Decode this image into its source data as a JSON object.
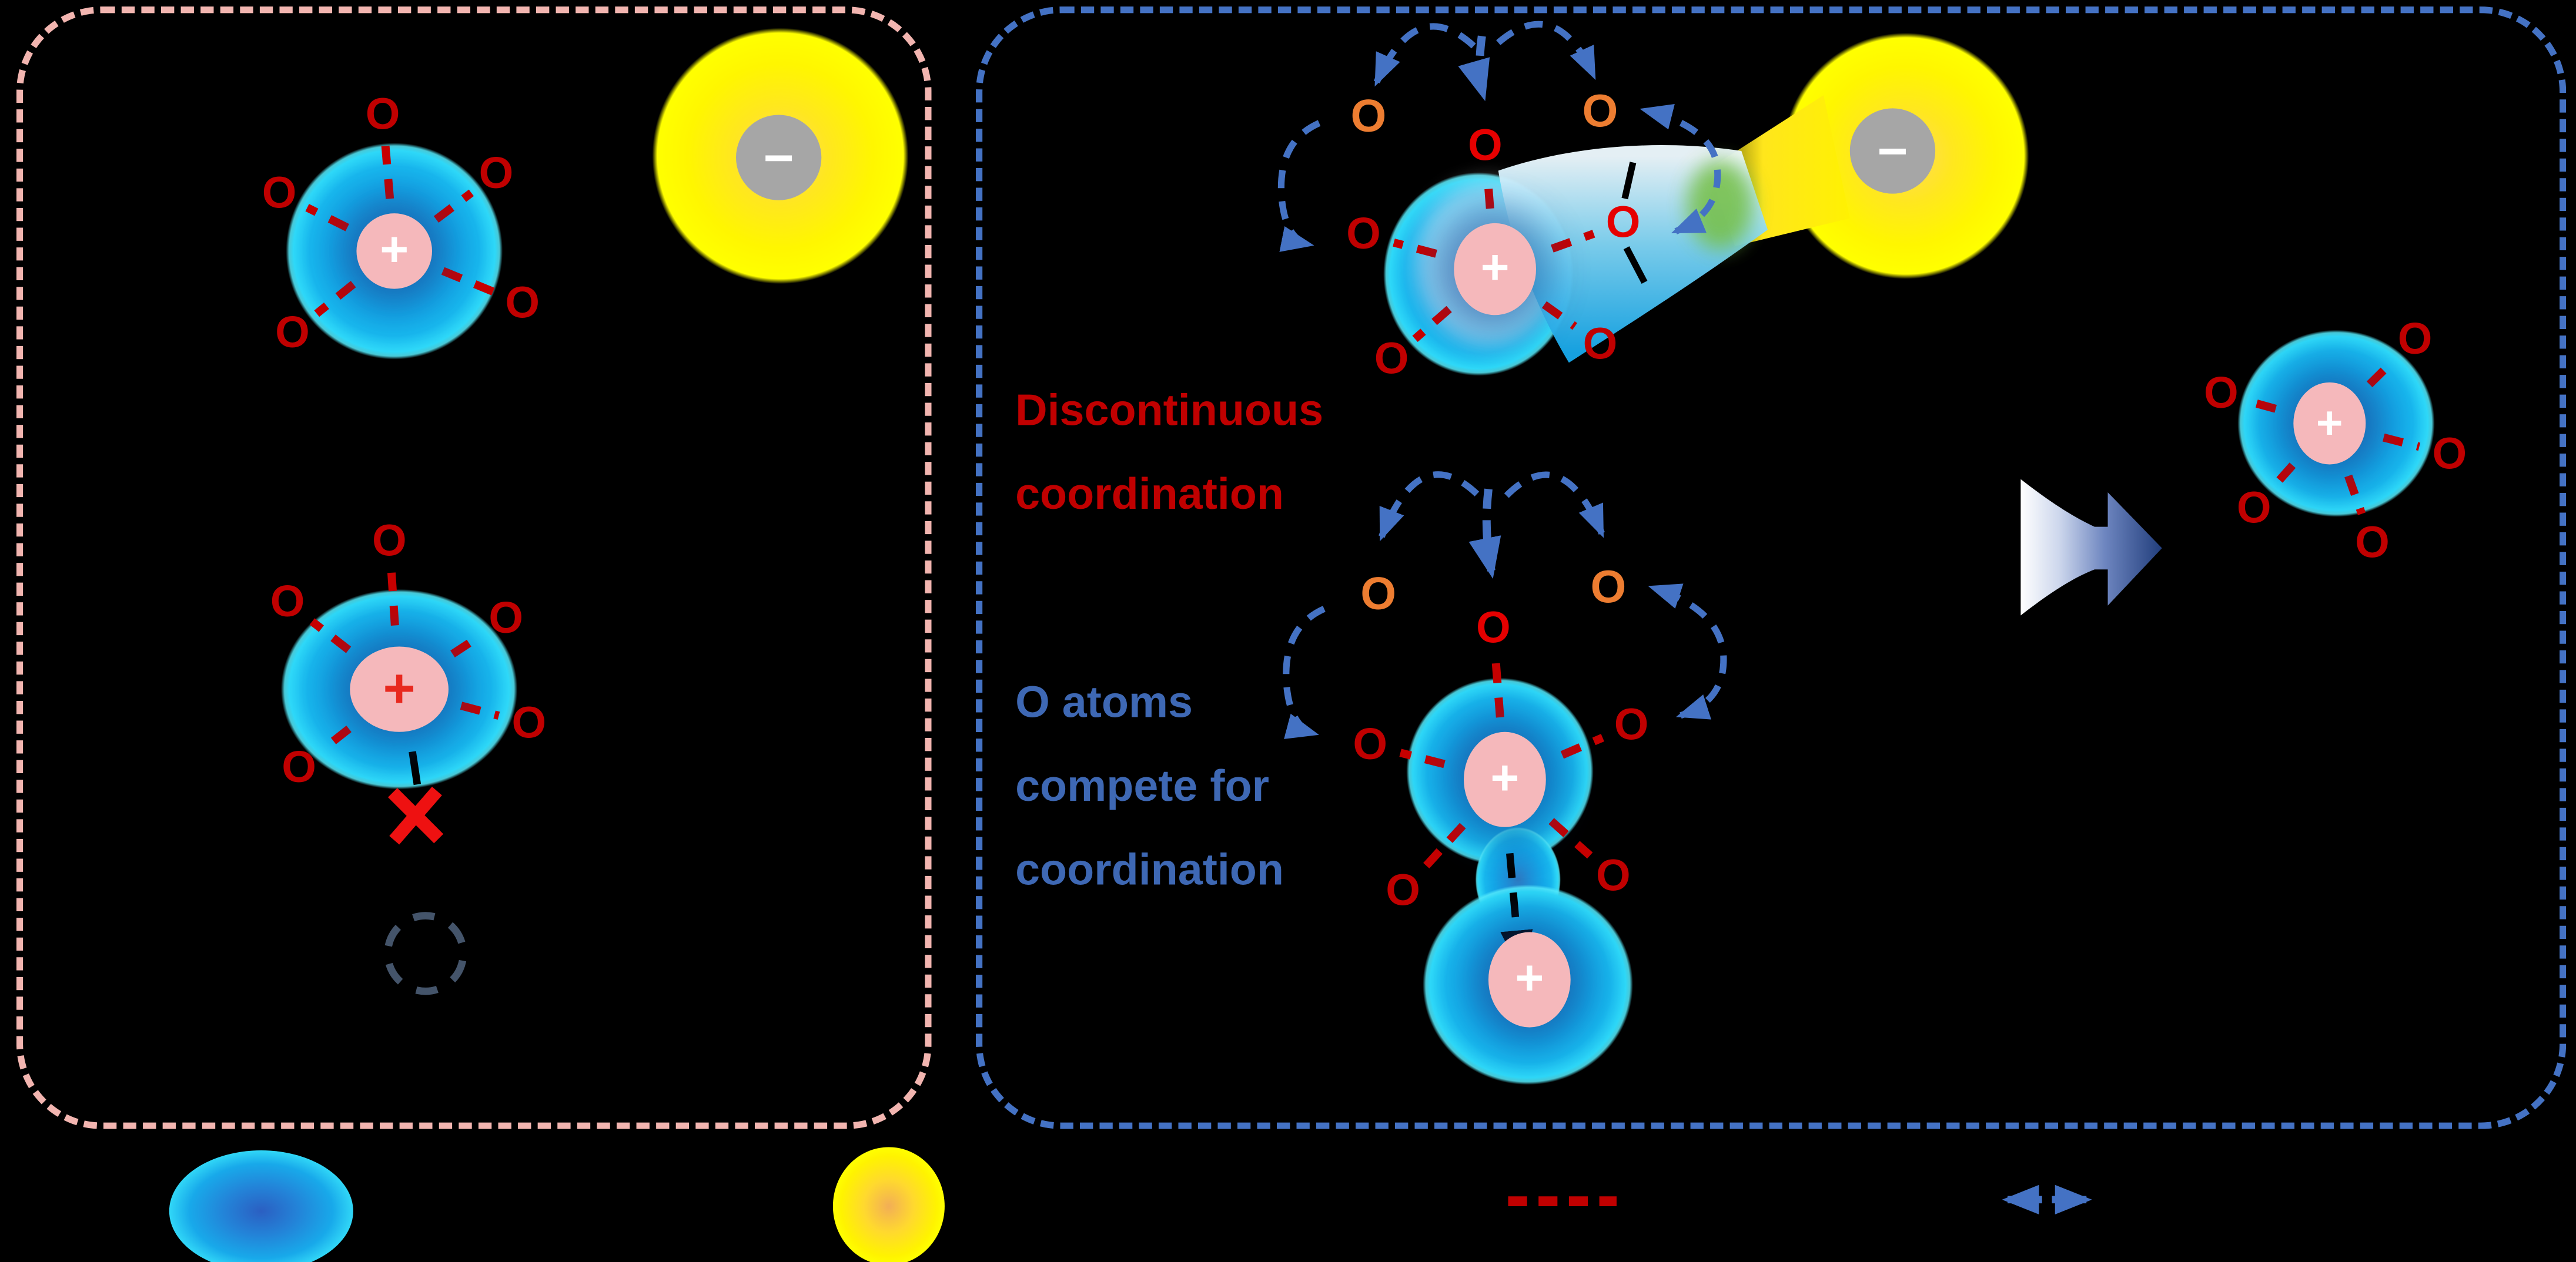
{
  "figure": {
    "type": "ion-coordination-schematic",
    "background_color": "#000000"
  },
  "symbols": {
    "oxygen": "O",
    "cation_charge": "+",
    "anion_charge": "−"
  },
  "labels": {
    "discontinuous_coordination": {
      "lines": [
        "Discontinuous",
        "coordination"
      ],
      "color": "#c00000"
    },
    "o_atoms_compete": {
      "lines": [
        "O atoms",
        "compete for",
        "coordination"
      ],
      "color": "#3e68b4"
    }
  },
  "panels": {
    "left": {
      "border_style": "dashed",
      "border_color": "#f2b5b0"
    },
    "right": {
      "border_style": "dashed",
      "border_color": "#4472c4"
    }
  },
  "colors": {
    "solvation_blue": "#14a7e8",
    "solvation_rim_cyan": "#2ed8f8",
    "cation_core_pink": "#f5b8bb",
    "anion_yellow": "#fff200",
    "anion_core_gray": "#a6a6a6",
    "oxygen_red": "#c00000",
    "oxygen_bright_red": "#e60000",
    "oxygen_orange": "#ed7d31",
    "hop_arrow_blue": "#4472c4",
    "blocked_cross_red": "#ee1111",
    "vacancy_circle_gray": "#44546a",
    "transform_arrow_gradient": [
      "#ffffff",
      "#2b4590"
    ]
  },
  "legend": {
    "items": [
      {
        "icon": "solvent-shell-blob-blue-icon"
      },
      {
        "icon": "anion-blob-yellow-icon"
      },
      {
        "icon": "coordination-bond-dashed-red-icon"
      },
      {
        "icon": "oxygen-hop-arrows-blue-icon"
      }
    ]
  }
}
